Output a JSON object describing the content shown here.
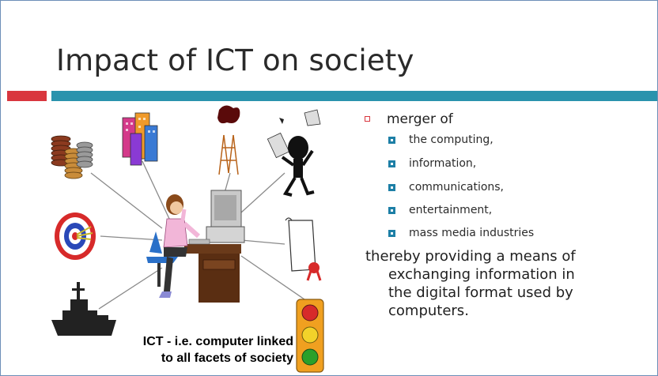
{
  "slide": {
    "title": "Impact of ICT on society",
    "bullet": "merger of",
    "subbullets": [
      "the computing,",
      "information,",
      "communications,",
      "entertainment,",
      "mass media industries"
    ],
    "paragraph_lines": [
      "thereby providing a means of",
      "exchanging information in",
      "the digital format used by",
      "computers."
    ]
  },
  "illustration": {
    "caption_lines": [
      "ICT - i.e. computer linked",
      "to all facets of society"
    ]
  },
  "colors": {
    "accent_red": "#d9363e",
    "accent_blue": "#2a93ad",
    "bullet_blue": "#1d7fa6"
  }
}
